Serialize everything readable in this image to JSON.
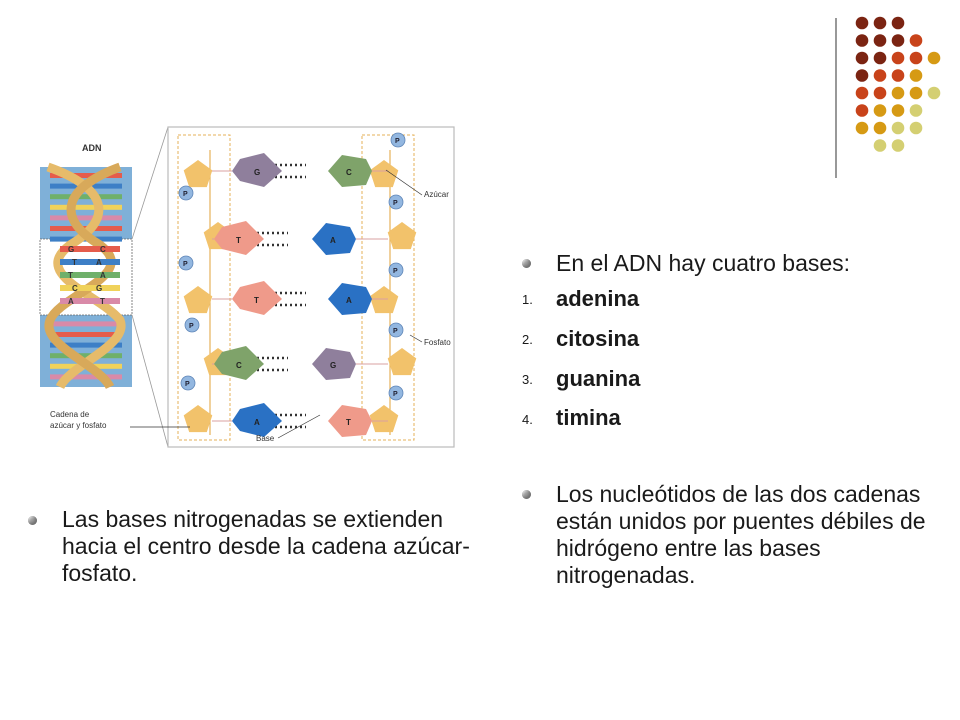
{
  "diagram": {
    "title": "ADN",
    "labels": {
      "sugar": "Azúcar",
      "phosphate": "Fosfato",
      "chain": [
        "Cadena de",
        "azúcar y fosfato"
      ],
      "base": "Base"
    },
    "phosphate_letter": "P",
    "base_pairs": [
      {
        "left": "G",
        "right": "C"
      },
      {
        "left": "T",
        "right": "A"
      },
      {
        "left": "T",
        "right": "A"
      },
      {
        "left": "C",
        "right": "G"
      },
      {
        "left": "A",
        "right": "T"
      }
    ],
    "helix_letters": [
      {
        "left": "G",
        "right": "C"
      },
      {
        "left": "T",
        "right": "A"
      },
      {
        "left": "T",
        "right": "A"
      },
      {
        "left": "C",
        "right": "G"
      },
      {
        "left": "A",
        "right": "T"
      }
    ]
  },
  "left_bullet": "Las bases nitrogenadas se extienden hacia el centro desde la cadena azúcar-fosfato.",
  "right": {
    "intro": "En el ADN hay cuatro bases:",
    "bases": [
      {
        "num": "1.",
        "name": "adenina"
      },
      {
        "num": "2.",
        "name": "citosina"
      },
      {
        "num": "3.",
        "name": "guanina"
      },
      {
        "num": "4.",
        "name": "timina"
      }
    ],
    "note": "Los nucleótidos de las dos cadenas están unidos por puentes débiles de hidrógeno entre las bases nitrogenadas."
  },
  "colors": {
    "dot_dark": "#7b2412",
    "dot_red": "#c8431a",
    "dot_orange": "#d69a14",
    "dot_light": "#d4cf72",
    "sugar": "#f2c26b",
    "phosphate": "#93b7e0",
    "guanine": "#8f7f9c",
    "cytosine": "#7fa36a",
    "thymine": "#ef9a8a",
    "adenine": "#2a71c4"
  }
}
